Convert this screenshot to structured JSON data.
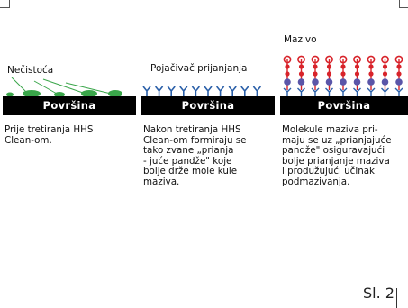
{
  "panels": [
    {
      "label": "Nečistoća",
      "surface": "Površina",
      "caption_lines": [
        "Prije tretiranja HHS",
        "Clean-om."
      ]
    },
    {
      "label": "Pojačivač prijanjanja",
      "surface": "Površina",
      "caption_lines": [
        "Nakon tretiranja HHS",
        "Clean-om formiraju se",
        "tako zvane „prianja",
        "- juće pandže\" koje",
        "bolje drže mole kule",
        "maziva."
      ]
    },
    {
      "label": "Mazivo",
      "surface": "Površina",
      "caption_lines": [
        "Molekule maziva pri-",
        "maju se uz „prianjajuće",
        "pandže\" osiguravajući",
        "bolje prianjanje maziva",
        "i produžujući učinak",
        "podmazivanja."
      ]
    }
  ],
  "figure_number": "Sl. 2",
  "colors": {
    "surface": "#000000",
    "dirt": "#3aa64a",
    "claw": "#2a5fa8",
    "lubricant_head": "#d8232a",
    "lubricant_base": "#5a55a8"
  }
}
